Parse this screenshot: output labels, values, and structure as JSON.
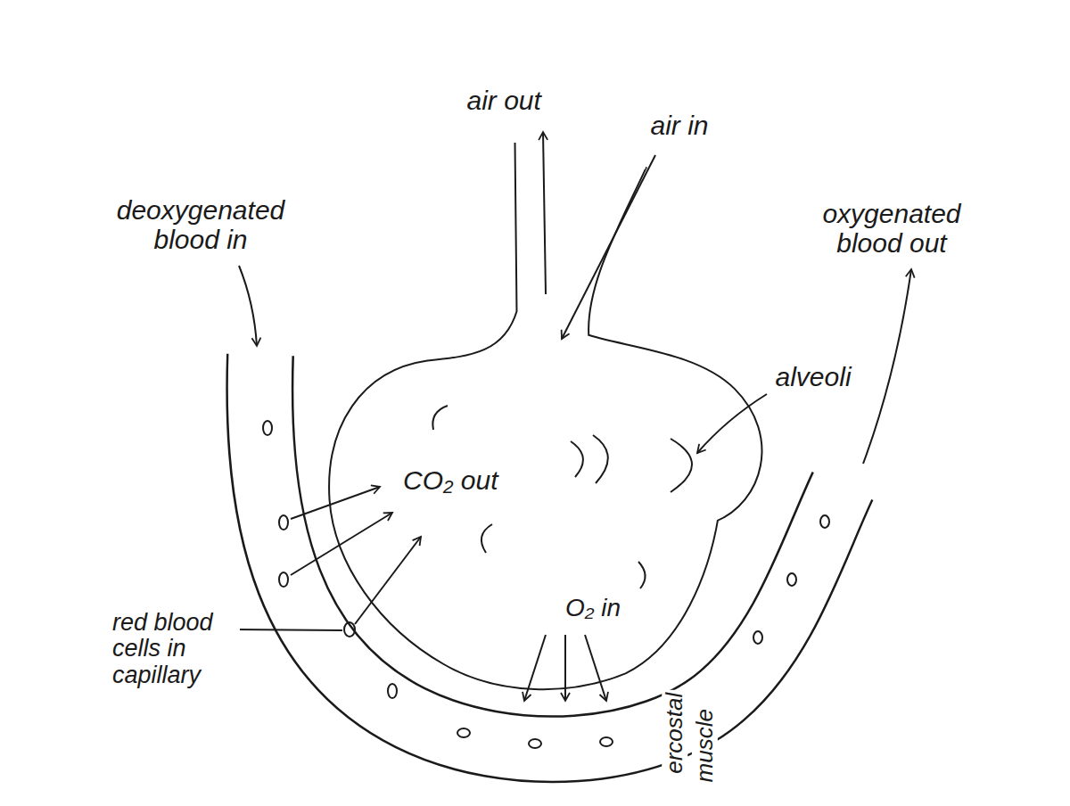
{
  "diagram": {
    "labels": [
      "air out",
      "air in",
      "deoxygenated blood in",
      "oxygenated blood out",
      "alveoli",
      "CO₂ out",
      "O₂ in",
      "red blood cells in capillary",
      "ercostal",
      "muscle"
    ]
  }
}
